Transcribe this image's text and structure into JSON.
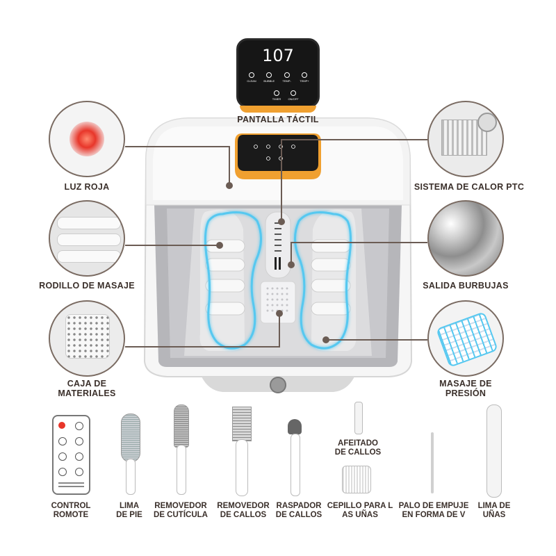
{
  "display": {
    "temperature": "107",
    "buttons": [
      "CLEAN",
      "BUBBLE",
      "TEMP-",
      "TEMP+",
      "TIMER",
      "ON/OFF"
    ]
  },
  "features": {
    "touch_screen": "PANTALLA TÁCTIL",
    "red_light": "LUZ ROJA",
    "ptc_heating": "SISTEMA DE CALOR PTC",
    "massage_roller": "RODILLO DE MASAJE",
    "bubble_outlet": "SALIDA BURBUJAS",
    "materials_box_l1": "CAJA DE",
    "materials_box_l2": "MATERIALES",
    "pressure_massage_l1": "MASAJE DE",
    "pressure_massage_l2": "PRESIÓN"
  },
  "accessories": [
    {
      "l1": "CONTROL",
      "l2": "ROMOTE"
    },
    {
      "l1": "LIMA",
      "l2": "DE PIE"
    },
    {
      "l1": "REMOVEDOR",
      "l2": "DE CUTÍCULA"
    },
    {
      "l1": "REMOVEDOR",
      "l2": "DE CALLOS"
    },
    {
      "l1": "RASPADOR",
      "l2": "DE CALLOS"
    },
    {
      "l1": "AFEITADO",
      "l2": "DE CALLOS"
    },
    {
      "l1": "CEPILLO PARA L",
      "l2": "AS UÑAS"
    },
    {
      "l1": "PALO DE EMPUJE",
      "l2": "EN FORMA DE V"
    },
    {
      "l1": "LIMA DE",
      "l2": "UÑAS"
    }
  ],
  "colors": {
    "accent": "#f0a030",
    "glow": "#56c8f0",
    "red": "#e8362a",
    "line": "#6b5c54"
  }
}
